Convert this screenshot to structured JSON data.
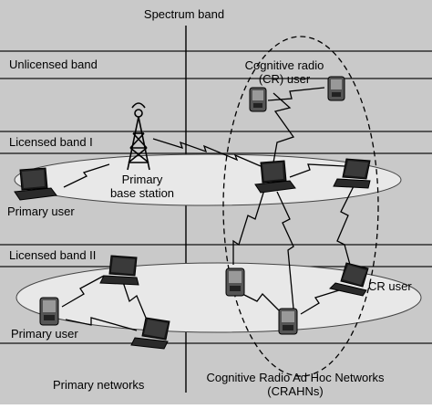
{
  "axis": {
    "label": "Spectrum band"
  },
  "bands": {
    "unlicensed": "Unlicensed band",
    "licensed_1": "Licensed band I",
    "licensed_2": "Licensed band II"
  },
  "labels": {
    "cr_user_group": [
      "Cognitive radio",
      "(CR) user"
    ],
    "primary_base_station": [
      "Primary",
      "base station"
    ],
    "primary_user_band1": "Primary user",
    "primary_user_band2": "Primary user",
    "cr_user_band2": "CR user"
  },
  "footer": {
    "left": "Primary networks",
    "right_line1": "Cognitive Radio Ad Hoc Networks",
    "right_line2": "(CRAHNs)"
  }
}
